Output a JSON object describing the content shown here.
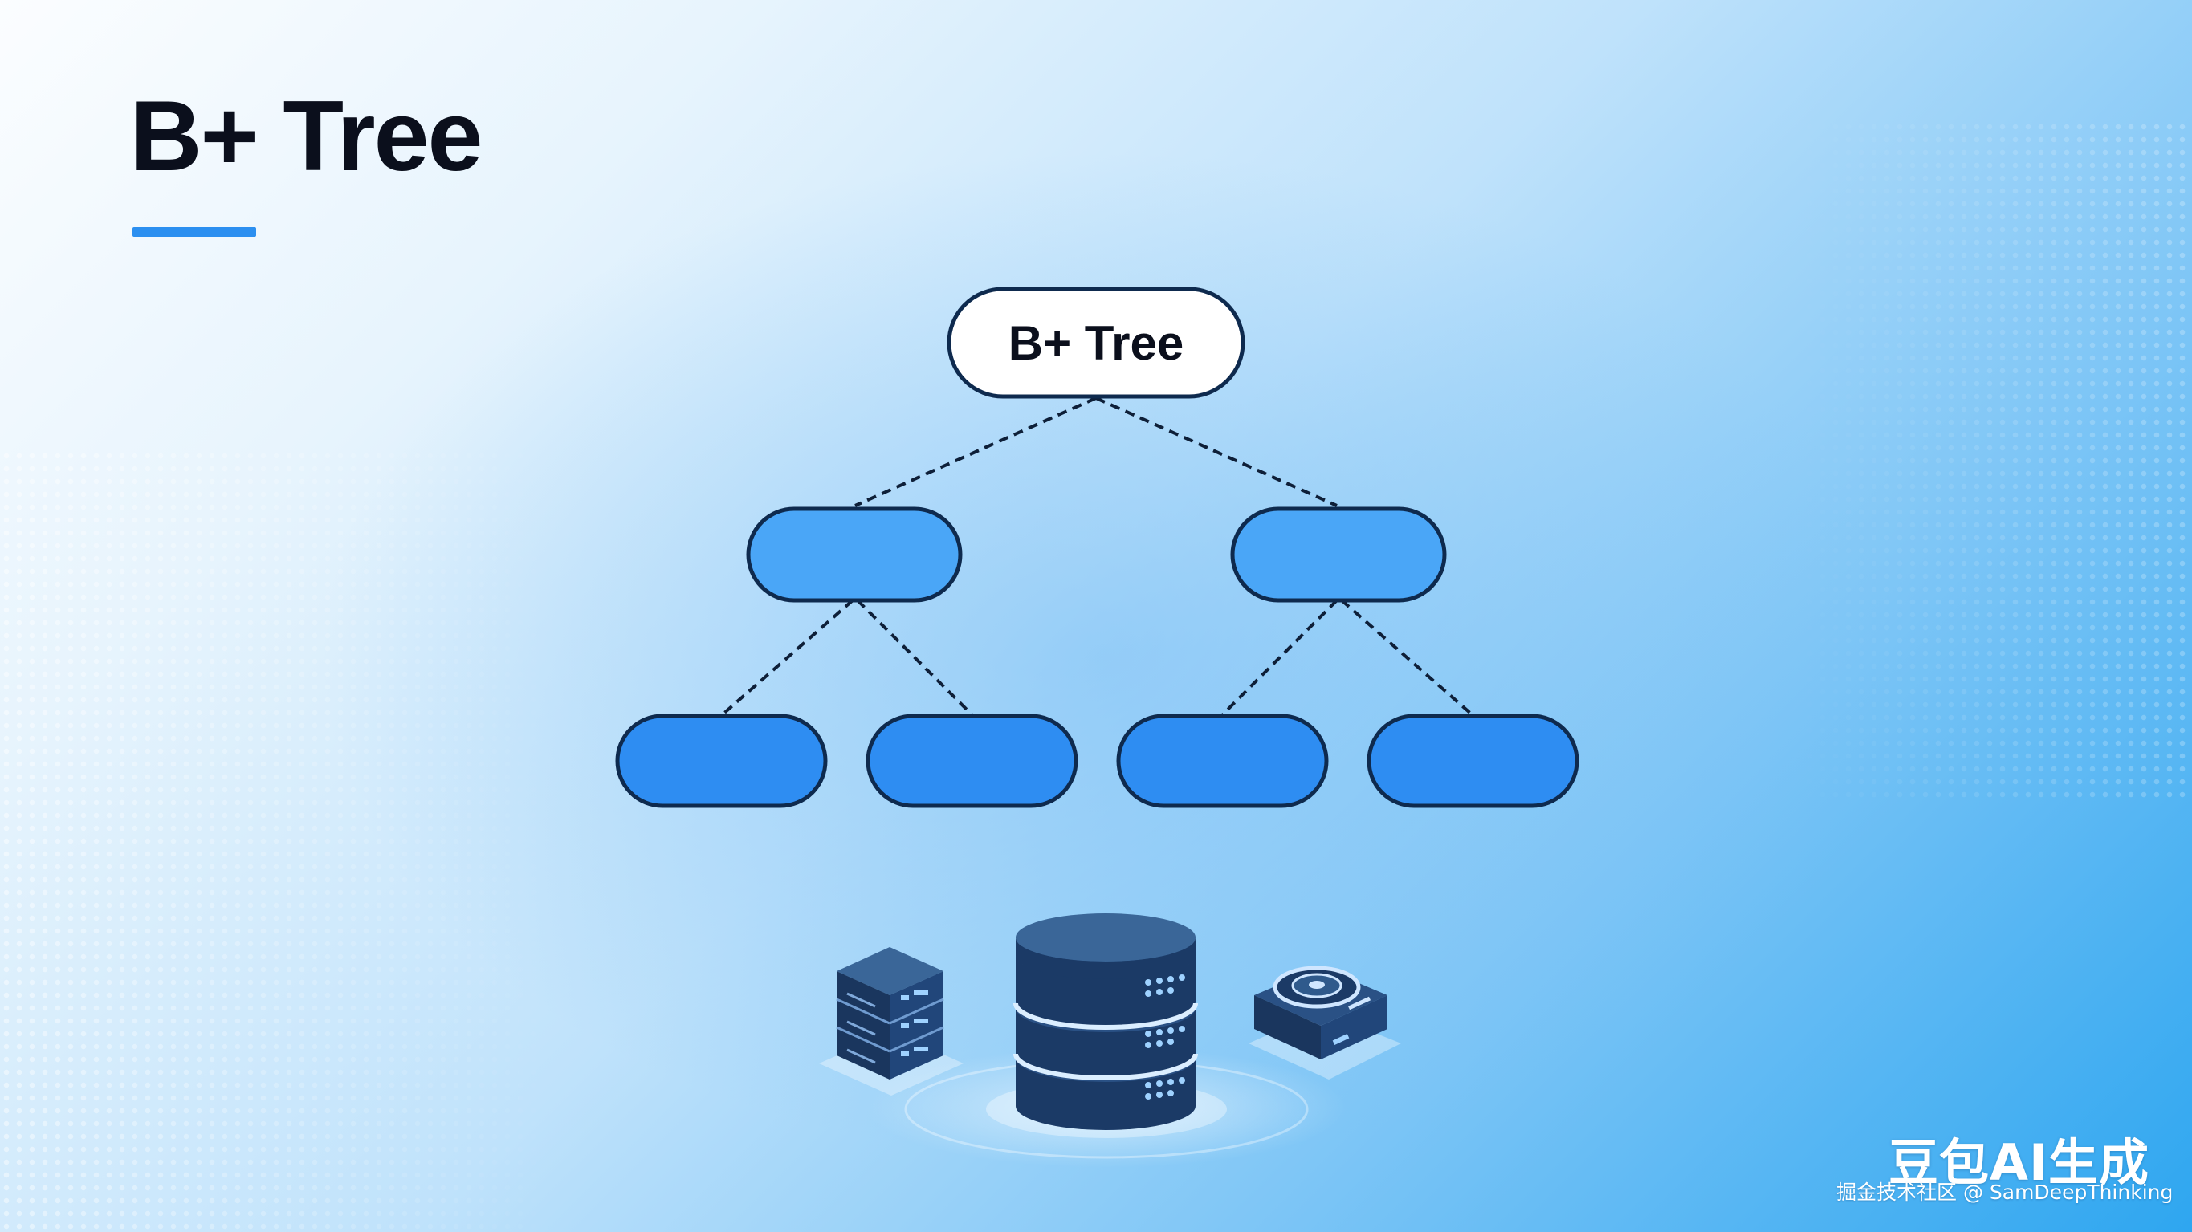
{
  "slide": {
    "title": "B+ Tree",
    "accent_color": "#2b8ff0"
  },
  "tree": {
    "root": {
      "label": "B+ Tree"
    },
    "internal_nodes": [
      {
        "id": "internal-left",
        "label": ""
      },
      {
        "id": "internal-right",
        "label": ""
      }
    ],
    "leaf_nodes": [
      {
        "id": "leaf-1",
        "label": ""
      },
      {
        "id": "leaf-2",
        "label": ""
      },
      {
        "id": "leaf-3",
        "label": ""
      },
      {
        "id": "leaf-4",
        "label": ""
      }
    ],
    "edges": [
      {
        "from": "root",
        "to": "internal-left"
      },
      {
        "from": "root",
        "to": "internal-right"
      },
      {
        "from": "internal-left",
        "to": "leaf-1"
      },
      {
        "from": "internal-left",
        "to": "leaf-2"
      },
      {
        "from": "internal-right",
        "to": "leaf-3"
      },
      {
        "from": "internal-right",
        "to": "leaf-4"
      }
    ],
    "edge_style": "dashed",
    "colors": {
      "internal_fill": "#4aa6f7",
      "leaf_fill": "#2e8df2",
      "node_stroke": "#0e2a4e",
      "root_fill": "#ffffff"
    }
  },
  "illustrations": {
    "icons": [
      "server-rack-icon",
      "database-icon",
      "hard-drive-icon"
    ],
    "icon_color": "#1e3f6b"
  },
  "watermark": {
    "main": "豆包AI生成",
    "sub": "掘金技术社区 @ SamDeepThinking"
  }
}
